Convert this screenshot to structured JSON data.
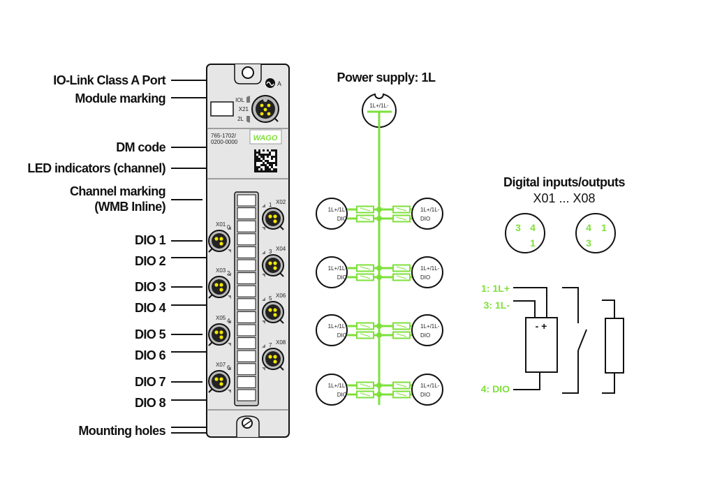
{
  "callouts": {
    "io_link_port": "IO-Link Class A Port",
    "module_marking": "Module marking",
    "dm_code": "DM code",
    "led_indicators": "LED indicators (channel)",
    "channel_marking_1": "Channel marking",
    "channel_marking_2": "(WMB Inline)",
    "dio": [
      "DIO 1",
      "DIO 2",
      "DIO 3",
      "DIO 4",
      "DIO 5",
      "DIO 6",
      "DIO 7",
      "DIO 8"
    ],
    "mounting_holes": "Mounting holes"
  },
  "device": {
    "part_number_1": "765-1702/",
    "part_number_2": "0200-0000",
    "brand": "WAGO",
    "port_labels": {
      "iol": "IOL",
      "x21": "X21",
      "l2": "2L",
      "a": "A"
    },
    "left_ports": [
      {
        "name": "X01",
        "channel": "0"
      },
      {
        "name": "X03",
        "channel": "2"
      },
      {
        "name": "X05",
        "channel": "4"
      },
      {
        "name": "X07",
        "channel": "6"
      }
    ],
    "right_ports": [
      {
        "name": "X02",
        "channel": "1"
      },
      {
        "name": "X04",
        "channel": "3"
      },
      {
        "name": "X06",
        "channel": "5"
      },
      {
        "name": "X08",
        "channel": "7"
      }
    ]
  },
  "power": {
    "title": "Power supply: 1L",
    "connector_label": "1L+/1L-",
    "row_label_top": "1L+/1L-",
    "row_label_bottom": "DIO"
  },
  "dio_section": {
    "title": "Digital inputs/outputs",
    "subtitle": "X01 ... X08",
    "pinout_a": [
      "3",
      "4",
      "1"
    ],
    "pinout_b": [
      "4",
      "1",
      "3"
    ],
    "pin1": "1: 1L+",
    "pin3": "3: 1L-",
    "pin4": "4: DIO",
    "sensor_polarity": "- +"
  },
  "colors": {
    "accent_green": "#7ee03a",
    "device_body": "#e6e6e6",
    "line": "#111111"
  }
}
